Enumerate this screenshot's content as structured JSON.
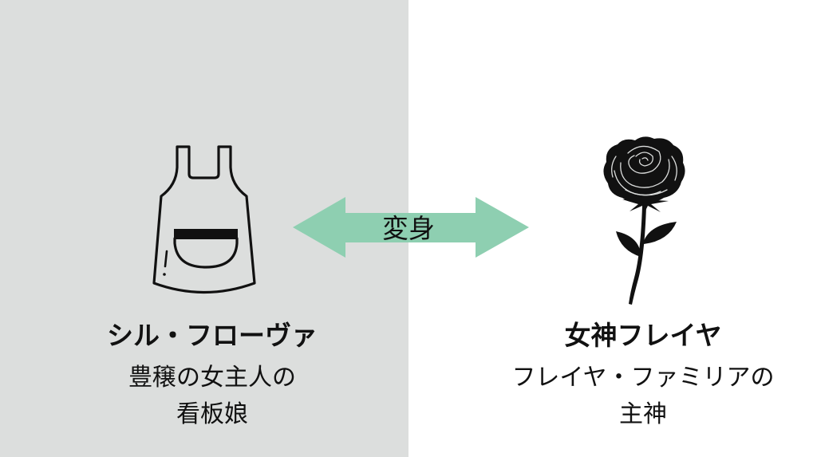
{
  "colors": {
    "left_background": "#dcdedd",
    "right_background": "#ffffff",
    "arrow": "#8ecfb1",
    "text": "#111111",
    "icon": "#111111"
  },
  "arrow": {
    "label": "変身",
    "direction": "bidirectional",
    "icon": "double-headed-arrow-icon"
  },
  "left": {
    "icon": "apron-icon",
    "title": "シル・フローヴァ",
    "subtitle_line1": "豊穣の女主人の",
    "subtitle_line2": "看板娘"
  },
  "right": {
    "icon": "rose-icon",
    "title": "女神フレイヤ",
    "subtitle_line1": "フレイヤ・ファミリアの",
    "subtitle_line2": "主神"
  }
}
